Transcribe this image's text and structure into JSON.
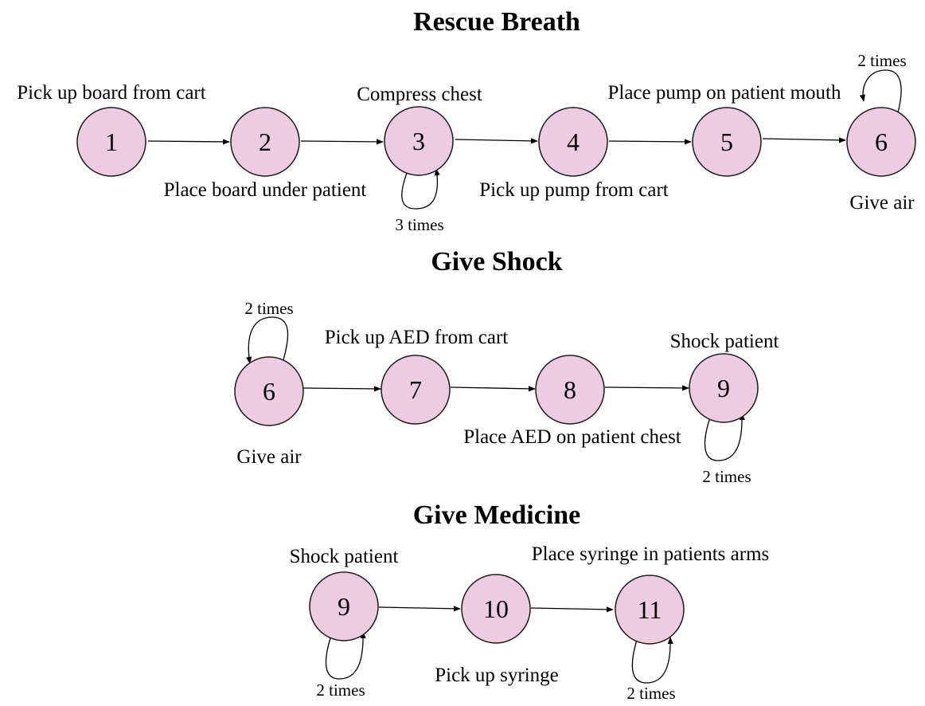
{
  "sections": [
    {
      "title": "Rescue Breath",
      "nodes": [
        "1",
        "2",
        "3",
        "4",
        "5",
        "6"
      ],
      "step_labels": [
        "Pick up board from cart",
        "Place board under patient",
        "Compress chest",
        "Pick up pump from cart",
        "Place pump on patient mouth",
        "Give air"
      ],
      "loops": [
        {
          "node": "3",
          "label": "3 times"
        },
        {
          "node": "6",
          "label": "2 times"
        }
      ],
      "edges": [
        [
          "1",
          "2"
        ],
        [
          "2",
          "3"
        ],
        [
          "3",
          "4"
        ],
        [
          "4",
          "5"
        ],
        [
          "5",
          "6"
        ]
      ]
    },
    {
      "title": "Give Shock",
      "nodes": [
        "6",
        "7",
        "8",
        "9"
      ],
      "step_labels": [
        "Give air",
        "Pick up AED from cart",
        "Place AED on patient chest",
        "Shock patient"
      ],
      "loops": [
        {
          "node": "6",
          "label": "2 times"
        },
        {
          "node": "9",
          "label": "2 times"
        }
      ],
      "edges": [
        [
          "6",
          "7"
        ],
        [
          "7",
          "8"
        ],
        [
          "8",
          "9"
        ]
      ]
    },
    {
      "title": "Give Medicine",
      "nodes": [
        "9",
        "10",
        "11"
      ],
      "step_labels": [
        "Shock patient",
        "Pick up syringe",
        "Place syringe in patients arms"
      ],
      "loops": [
        {
          "node": "9",
          "label": "2 times"
        },
        {
          "node": "11",
          "label": "2 times"
        }
      ],
      "edges": [
        [
          "9",
          "10"
        ],
        [
          "10",
          "11"
        ]
      ]
    }
  ],
  "colors": {
    "node_fill": "#edcce3",
    "node_stroke": "#1a1a1a",
    "edge": "#000000"
  }
}
